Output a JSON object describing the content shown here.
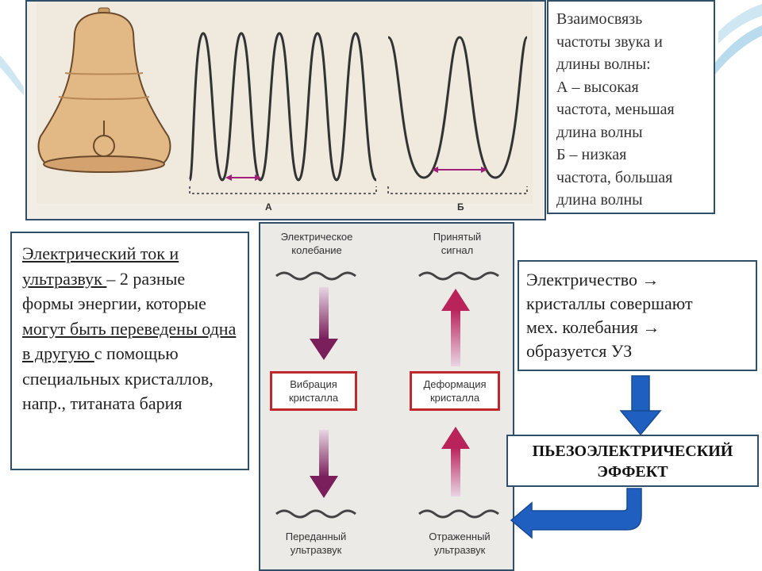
{
  "slide": {
    "bell_figure": {
      "label_a": "А",
      "label_b": "Б"
    },
    "wave_relation": {
      "lines": [
        "Взаимосвязь",
        "частоты звука и",
        "длины волны:",
        "А – высокая",
        "частота, меньшая",
        "длина волны",
        "Б – низкая",
        "частота, большая",
        "длина волны"
      ]
    },
    "energy_box": {
      "part1": "Электрический ток и",
      "part2": "ультразвук ",
      "part3": "– 2 разные формы энергии, которые ",
      "part4": "могут быть переведены одна в другую ",
      "part5": "с помощью специальных кристаллов, напр., титаната бария"
    },
    "flow_diagram": {
      "electric_oscillation": "Электрическое колебание",
      "received_signal": "Принятый сигнал",
      "crystal_vibration": "Вибрация кристалла",
      "crystal_deformation": "Деформация кристалла",
      "transmitted_ultrasound": "Переданный ультразвук",
      "reflected_ultrasound": "Отраженный ультразвук"
    },
    "electricity_box": {
      "lines": [
        "Электричество →",
        "кристаллы совершают",
        "мех. колебания →",
        "образуется  УЗ"
      ]
    },
    "piezo_box": {
      "line1": "ПЬЕЗОЭЛЕКТРИЧЕСКИЙ",
      "line2": "ЭФФЕКТ"
    },
    "colors": {
      "accent_blue": "#1f5fbf",
      "frame_dark": "#2f4f6b",
      "arrow_purple": "#7a1f5c",
      "box_red": "#c0282d",
      "bell_fill": "#e2b884"
    }
  }
}
